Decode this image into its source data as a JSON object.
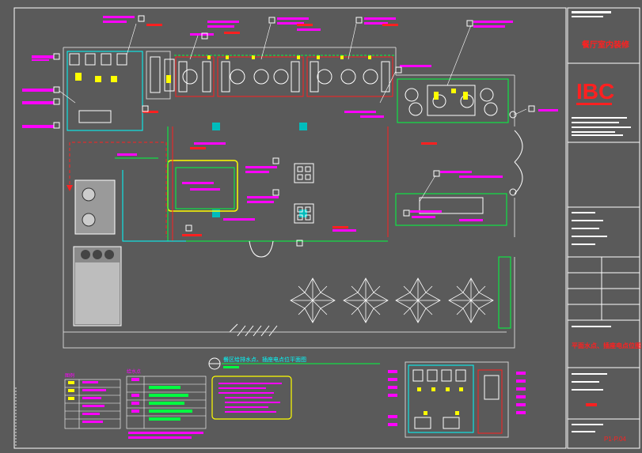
{
  "drawing": {
    "title": "餐区给排水点、插座电点位平面图",
    "sheet_number": "P1-P.04"
  },
  "title_block": {
    "project_name": "餐厅室内装修",
    "logo_text": "IBC",
    "drawing_name": "平面水点、插座电点位图"
  },
  "legends": {
    "left_header": "图例",
    "mid_header": "给水点",
    "colors": {
      "magenta": "#ff00ff",
      "red": "#ff2020",
      "green": "#00ff40",
      "yellow": "#ffff00",
      "cyan": "#00ffff",
      "white": "#ffffff"
    }
  }
}
